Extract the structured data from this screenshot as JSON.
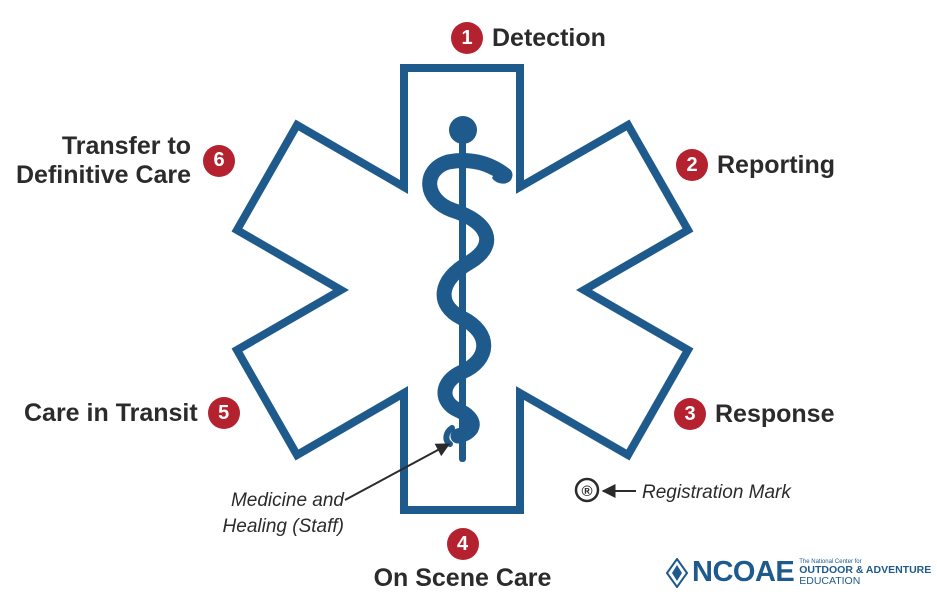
{
  "steps": [
    {
      "number": "1",
      "label": "Detection"
    },
    {
      "number": "2",
      "label": "Reporting"
    },
    {
      "number": "3",
      "label": "Response"
    },
    {
      "number": "4",
      "label": "On Scene Care"
    },
    {
      "number": "5",
      "label": "Care in Transit"
    },
    {
      "number": "6",
      "label_line1": "Transfer to",
      "label_line2": "Definitive Care"
    }
  ],
  "annotations": {
    "staff_line1": "Medicine and",
    "staff_line2": "Healing (Staff)",
    "registration_symbol": "®",
    "registration_label": "Registration Mark"
  },
  "logo": {
    "wordmark": "NCOAE",
    "tagline_small": "The National Center for",
    "tagline_line1": "OUTDOOR & ADVENTURE",
    "tagline_line2": "EDUCATION"
  },
  "colors": {
    "star_blue": "#1e5a8c",
    "badge_red": "#b5222f",
    "text": "#2b2b2b"
  },
  "icons": [
    "star-of-life-icon",
    "rod-of-asclepius-icon",
    "registration-mark-icon",
    "arrow-icon",
    "compass-diamond-icon"
  ]
}
